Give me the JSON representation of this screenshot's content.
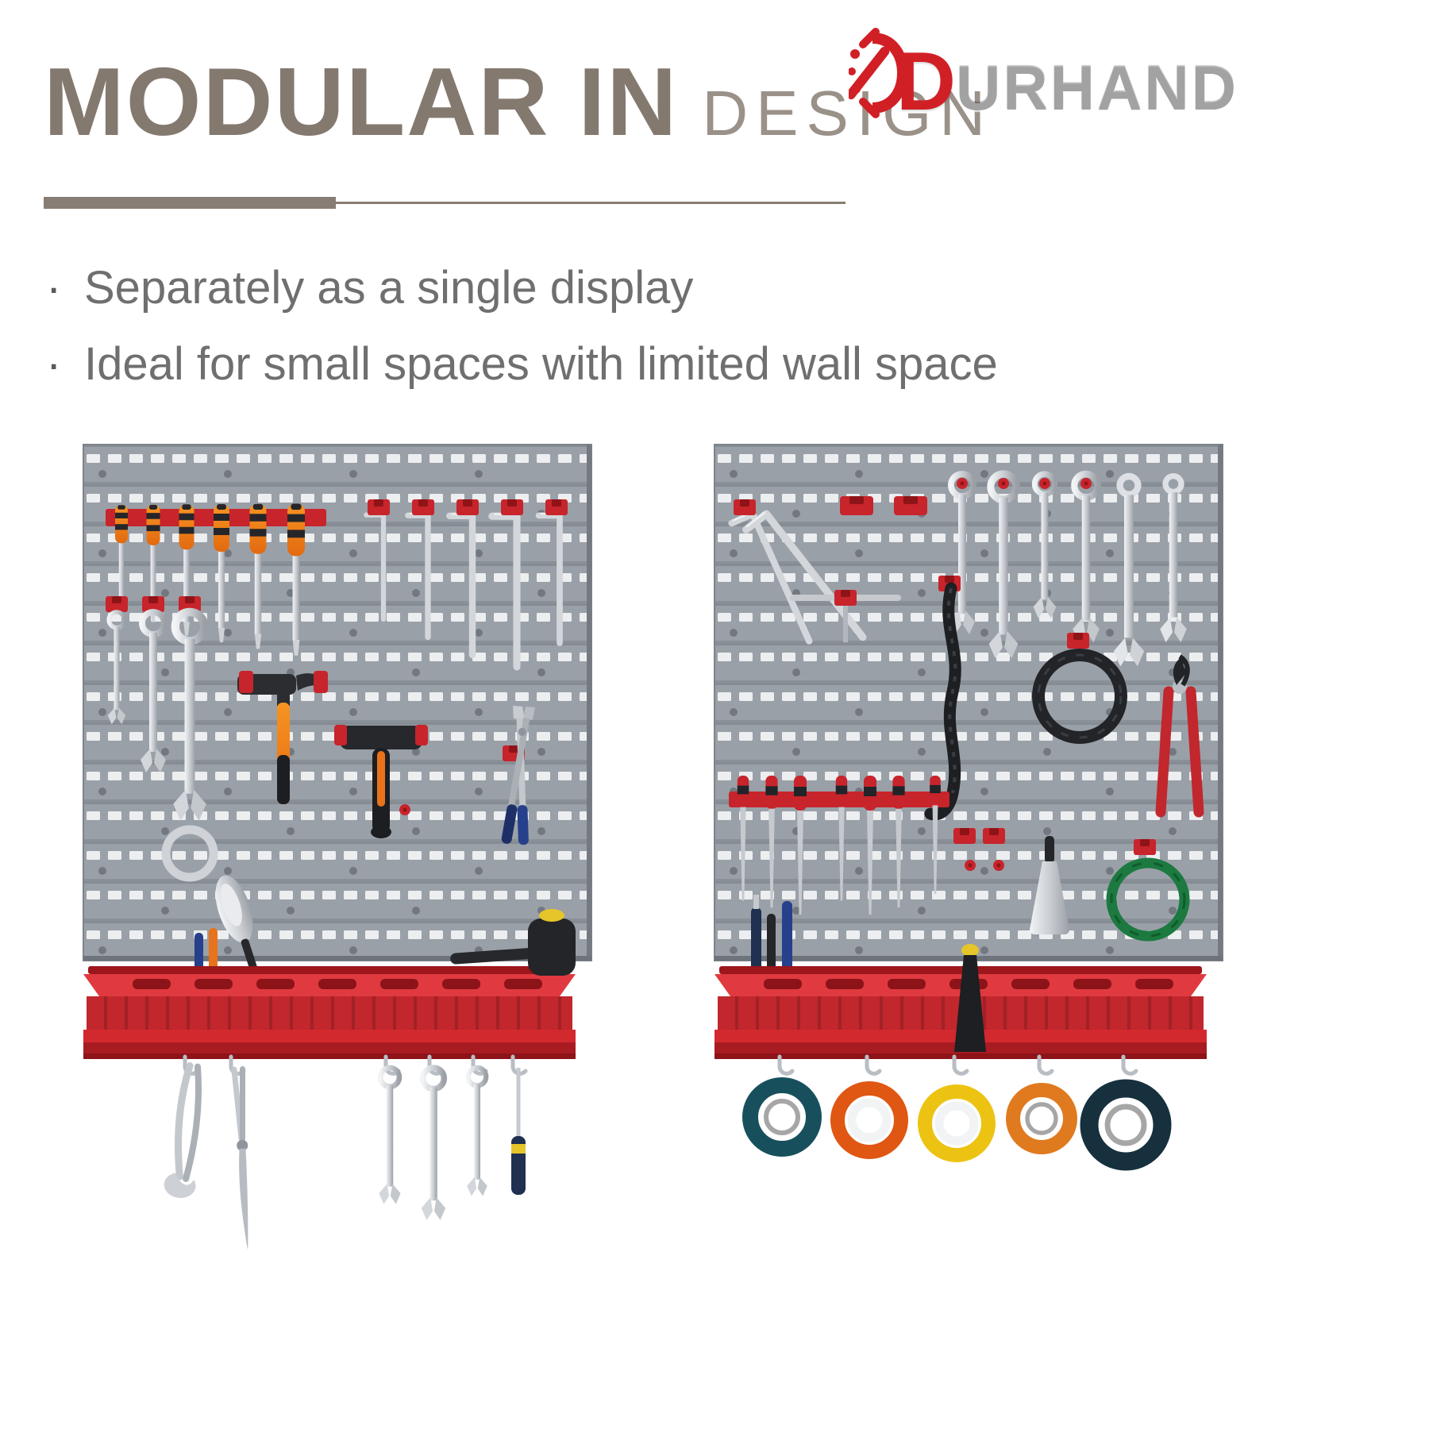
{
  "header": {
    "title": "MODULAR IN",
    "subtitle": "DESIGN",
    "title_color": "#84796f",
    "underline_color": "#877d74"
  },
  "logo": {
    "stylized_first_letter": "D",
    "text": "URHAND",
    "red": "#d11f26",
    "icon": "durhand-wrench-d-icon"
  },
  "bullets": {
    "marker": "·",
    "items": [
      "Separately as a single display",
      "Ideal for small spaces with limited wall space"
    ]
  },
  "illustration": {
    "panel_color": "#9aa0a8",
    "accent_red": "#c8242b",
    "shelf_red": "#c1272d",
    "left_panel_icons": [
      "screwdriver-icon",
      "hex-key-icon",
      "combination-wrench-icon",
      "ring-wrench-icon",
      "claw-hammer-icon",
      "stubby-hammer-icon",
      "groove-pliers-icon",
      "red-clip-icon",
      "red-peg-icon",
      "scoop-icon",
      "rubber-mallet-icon",
      "locking-pliers-icon",
      "needle-nose-pliers-icon",
      "hanging-wrench-icon",
      "navy-screwdriver-icon",
      "tool-shelf"
    ],
    "right_panel_icons": [
      "hex-key-icon",
      "red-clip-icon",
      "combination-wrench-icon",
      "flex-head-wrench-icon",
      "t-handle-icon",
      "black-chain-tool-icon",
      "cable-coil-icon",
      "bolt-cutter-icon",
      "file-icon",
      "scraper-icon",
      "wire-coil-icon",
      "punch-cone-icon",
      "tape-roll-icon",
      "tool-shelf"
    ]
  }
}
